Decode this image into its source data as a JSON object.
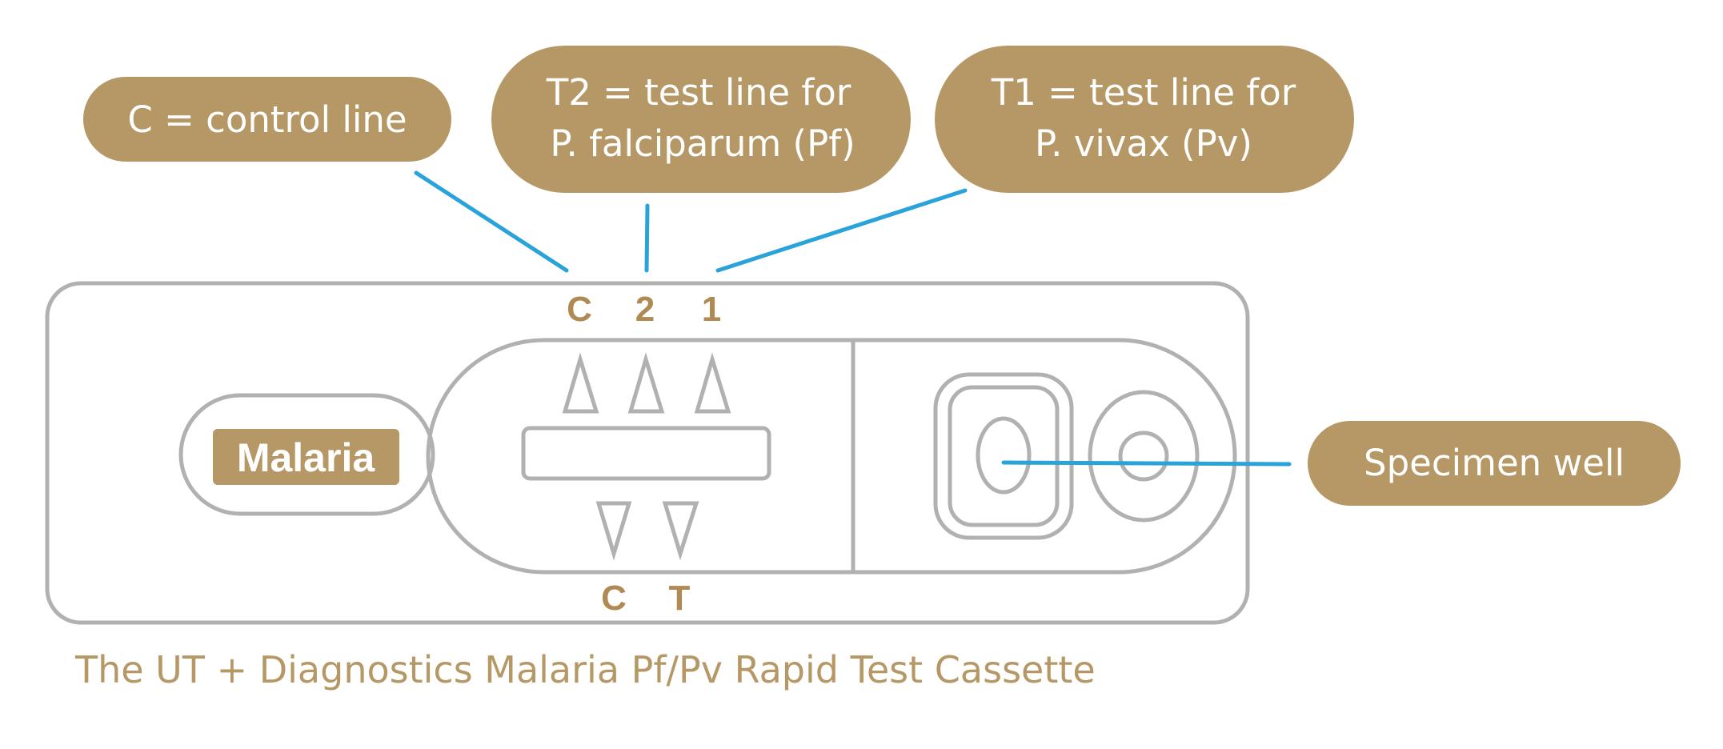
{
  "callouts": {
    "control": {
      "line1": "C = control line"
    },
    "t2": {
      "line1": "T2 = test line for",
      "line2": "P. falciparum (Pf)"
    },
    "t1": {
      "line1": "T1 = test line for",
      "line2": "P. vivax (Pv)"
    },
    "specimen": {
      "line1": "Specimen well"
    }
  },
  "cassette": {
    "brand_label": "Malaria",
    "top_marks": [
      "C",
      "2",
      "1"
    ],
    "bottom_marks": [
      "C",
      "T"
    ]
  },
  "caption": "The UT + Diagnostics Malaria Pf/Pv Rapid Test Cassette",
  "colors": {
    "callout_fill": "#b59865",
    "leader_line": "#2aa2da",
    "outline": "#b1b1b1",
    "mark_text": "#b08a55",
    "caption_text": "#b59865"
  }
}
